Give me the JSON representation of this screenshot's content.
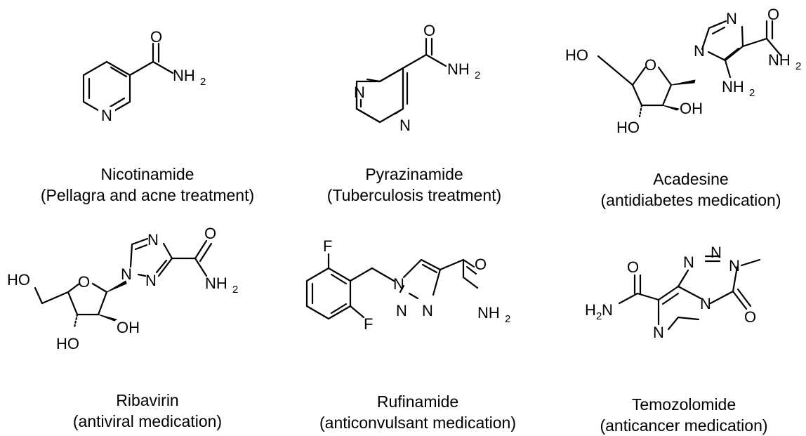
{
  "molecules": [
    {
      "id": "nicotinamide",
      "name": "Nicotinamide",
      "use": "(Pellagra and acne treatment)",
      "atoms": {
        "O": "O",
        "NH2": "NH",
        "sub2": "2",
        "N": "N"
      }
    },
    {
      "id": "pyrazinamide",
      "name": "Pyrazinamide",
      "use": "(Tuberculosis treatment)",
      "atoms": {
        "O": "O",
        "NH2": "NH",
        "sub2": "2",
        "N1": "N",
        "N2": "N"
      }
    },
    {
      "id": "acadesine",
      "name": "Acadesine",
      "use": "(antidiabetes medication)",
      "atoms": {
        "HO": "HO",
        "O_ring": "O",
        "N_top": "N",
        "N_ring": "N",
        "O_carbonyl": "O",
        "NH2_amide": "NH",
        "sub2a": "2",
        "NH2_amino": "NH",
        "sub2b": "2",
        "OH": "OH",
        "HO2": "HO"
      }
    },
    {
      "id": "ribavirin",
      "name": "Ribavirin",
      "use": "(antiviral medication)",
      "atoms": {
        "HO": "HO",
        "O_ring": "O",
        "N1": "N",
        "N2": "N",
        "N3": "N",
        "O_carbonyl": "O",
        "NH2": "NH",
        "sub2": "2",
        "OH": "OH",
        "HO2": "HO"
      }
    },
    {
      "id": "rufinamide",
      "name": "Rufinamide",
      "use": "(anticonvulsant medication)",
      "atoms": {
        "F1": "F",
        "F2": "F",
        "N1": "N",
        "N2": "N",
        "N3": "N",
        "O": "O",
        "NH2": "NH",
        "sub2": "2"
      }
    },
    {
      "id": "temozolomide",
      "name": "Temozolomide",
      "use": "(anticancer medication)",
      "atoms": {
        "O1": "O",
        "H2N": "H",
        "sub2": "2",
        "N_amide": "N",
        "N_a": "N",
        "N_b": "N",
        "N_c": "N",
        "N_d": "N",
        "N_e": "N",
        "O2": "O"
      }
    }
  ]
}
